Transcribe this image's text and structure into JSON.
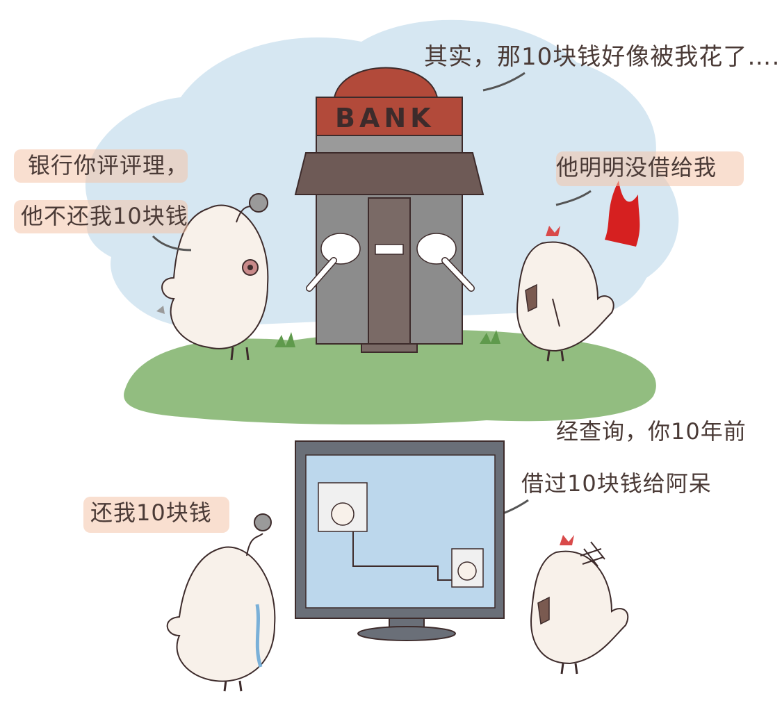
{
  "bank_sign": "BANK",
  "captions": {
    "top_right": "其实，那10块钱好像被我花了……",
    "top_left_line1": "银行你评评理，",
    "top_left_line2": "他不还我10块钱",
    "right": "他明明没借给我",
    "bottom_right_line1": "经查询，你10年前",
    "bottom_right_line2": "借过10块钱给阿呆",
    "bottom_left": "还我10块钱"
  },
  "colors": {
    "sky": "#cfe3f0",
    "grass": "#7fb26a",
    "bank_roof": "#b24a3a",
    "bank_wall": "#8c8c8c",
    "highlight": "#f4c4aa",
    "anger_flame": "#d62020",
    "monitor_screen": "#bcd7ec"
  }
}
